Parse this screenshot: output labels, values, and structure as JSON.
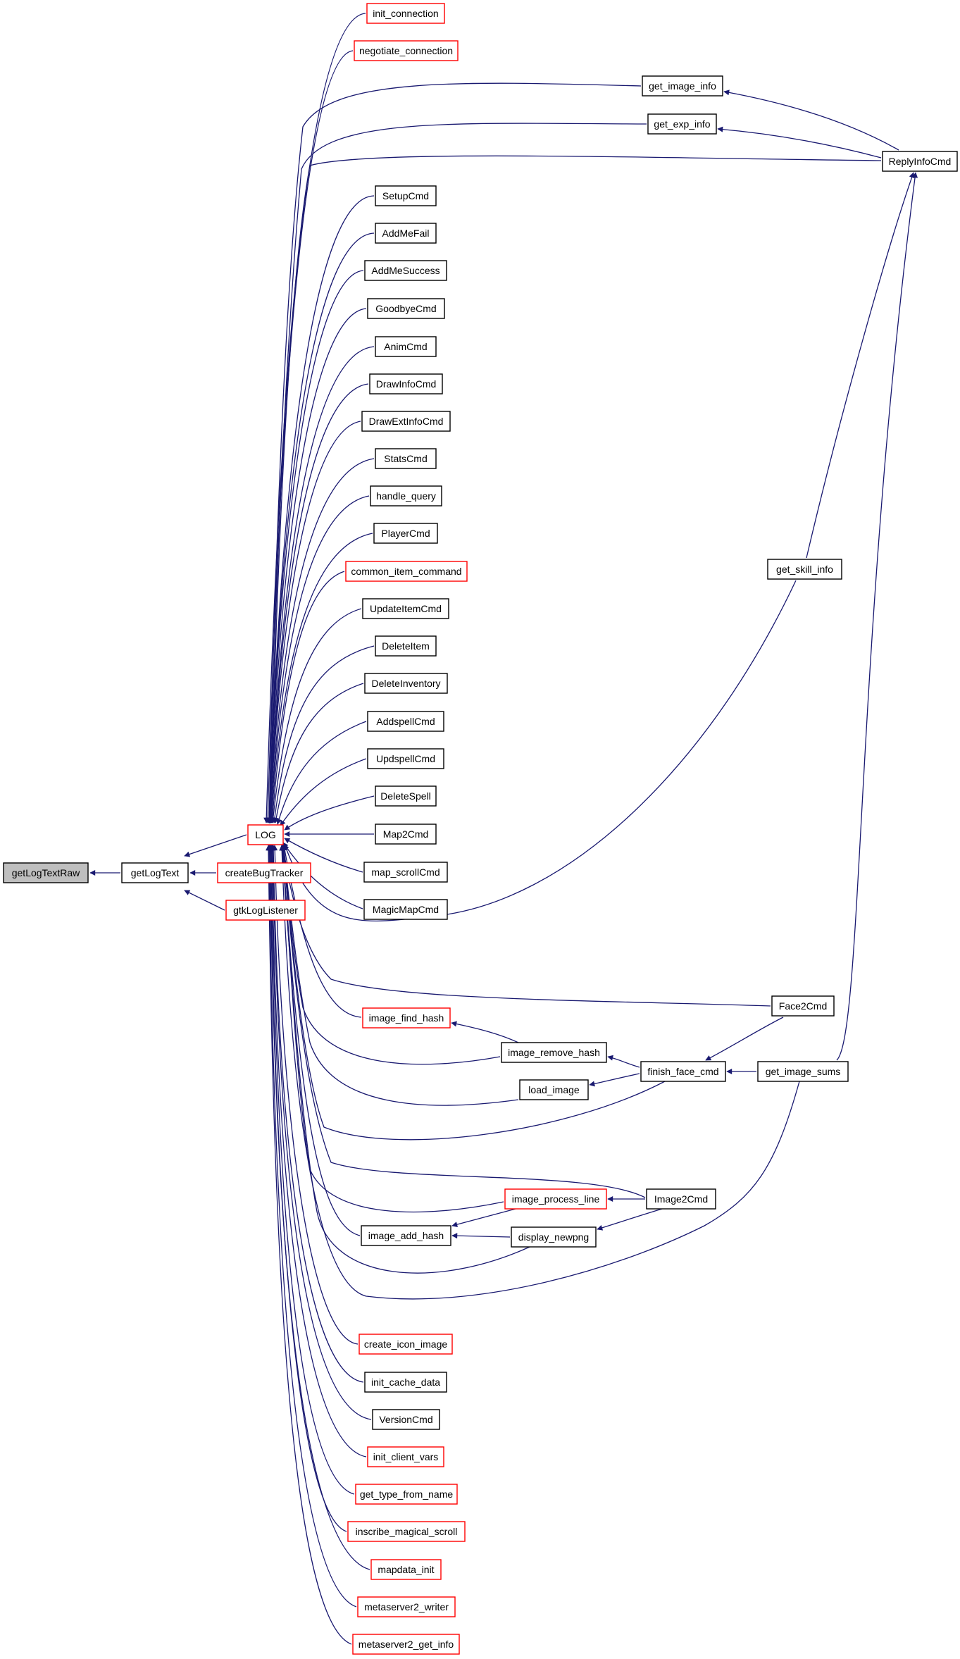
{
  "colors": {
    "edge": "#191970",
    "border_default": "#000000",
    "border_truncated": "#ff0000",
    "root_fill": "#bfbfbf",
    "node_fill": "#ffffff"
  },
  "nodes": {
    "getLogTextRaw": "getLogTextRaw",
    "getLogText": "getLogText",
    "LOG": "LOG",
    "createBugTracker": "createBugTracker",
    "gtkLogListener": "gtkLogListener",
    "init_connection": "init_connection",
    "negotiate_connection": "negotiate_connection",
    "get_image_info": "get_image_info",
    "get_exp_info": "get_exp_info",
    "ReplyInfoCmd": "ReplyInfoCmd",
    "SetupCmd": "SetupCmd",
    "AddMeFail": "AddMeFail",
    "AddMeSuccess": "AddMeSuccess",
    "GoodbyeCmd": "GoodbyeCmd",
    "AnimCmd": "AnimCmd",
    "DrawInfoCmd": "DrawInfoCmd",
    "DrawExtInfoCmd": "DrawExtInfoCmd",
    "StatsCmd": "StatsCmd",
    "handle_query": "handle_query",
    "PlayerCmd": "PlayerCmd",
    "common_item_command": "common_item_command",
    "UpdateItemCmd": "UpdateItemCmd",
    "DeleteItem": "DeleteItem",
    "DeleteInventory": "DeleteInventory",
    "AddspellCmd": "AddspellCmd",
    "UpdspellCmd": "UpdspellCmd",
    "DeleteSpell": "DeleteSpell",
    "Map2Cmd": "Map2Cmd",
    "map_scrollCmd": "map_scrollCmd",
    "MagicMapCmd": "MagicMapCmd",
    "get_skill_info": "get_skill_info",
    "Face2Cmd": "Face2Cmd",
    "image_find_hash": "image_find_hash",
    "image_remove_hash": "image_remove_hash",
    "finish_face_cmd": "finish_face_cmd",
    "get_image_sums": "get_image_sums",
    "load_image": "load_image",
    "image_process_line": "image_process_line",
    "Image2Cmd": "Image2Cmd",
    "image_add_hash": "image_add_hash",
    "display_newpng": "display_newpng",
    "create_icon_image": "create_icon_image",
    "init_cache_data": "init_cache_data",
    "VersionCmd": "VersionCmd",
    "init_client_vars": "init_client_vars",
    "get_type_from_name": "get_type_from_name",
    "inscribe_magical_scroll": "inscribe_magical_scroll",
    "mapdata_init": "mapdata_init",
    "metaserver2_writer": "metaserver2_writer",
    "metaserver2_get_info": "metaserver2_get_info"
  }
}
